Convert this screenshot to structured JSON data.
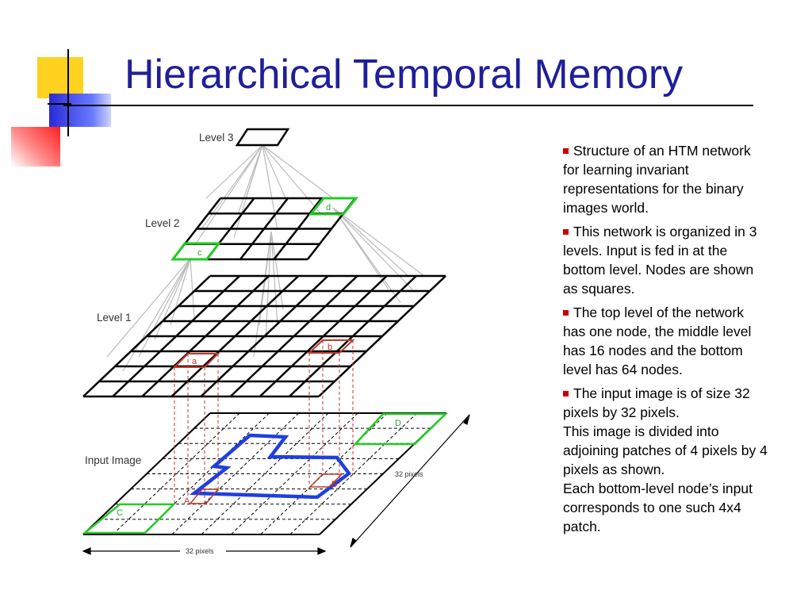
{
  "slide": {
    "title": "Hierarchical Temporal Memory",
    "accent": "#1f1f99",
    "bullet_color": "#cc0000"
  },
  "diagram": {
    "levels": {
      "level3": "Level 3",
      "level2": "Level 2",
      "level1": "Level 1",
      "input": "Input Image"
    },
    "node_labels": {
      "a": "a",
      "b": "b",
      "c": "c",
      "d": "d",
      "A": "A",
      "B": "B",
      "C": "C",
      "D": "D"
    },
    "dimension_right": "32 pixels",
    "dimension_bottom": "32 pixels",
    "colors": {
      "grid": "#000000",
      "green": "#22cc22",
      "red": "#c0392b",
      "blue": "#1e3fe0",
      "connection": "#bbbbbb"
    }
  },
  "bullets": [
    {
      "text": "Structure of an HTM network for learning invariant representations for the binary images world."
    },
    {
      "text": "This network is organized in 3 levels. Input is fed in at the bottom level. Nodes are shown as squares."
    },
    {
      "text": "The top level of the network has one node, the middle level has 16 nodes and the bottom level has 64 nodes."
    },
    {
      "text": "The input image is of size 32 pixels by 32 pixels.",
      "continuation": [
        "This image is divided into adjoining patches of 4 pixels by 4 pixels as shown.",
        "Each bottom-level node’s input corresponds to one such 4x4 patch."
      ]
    }
  ]
}
